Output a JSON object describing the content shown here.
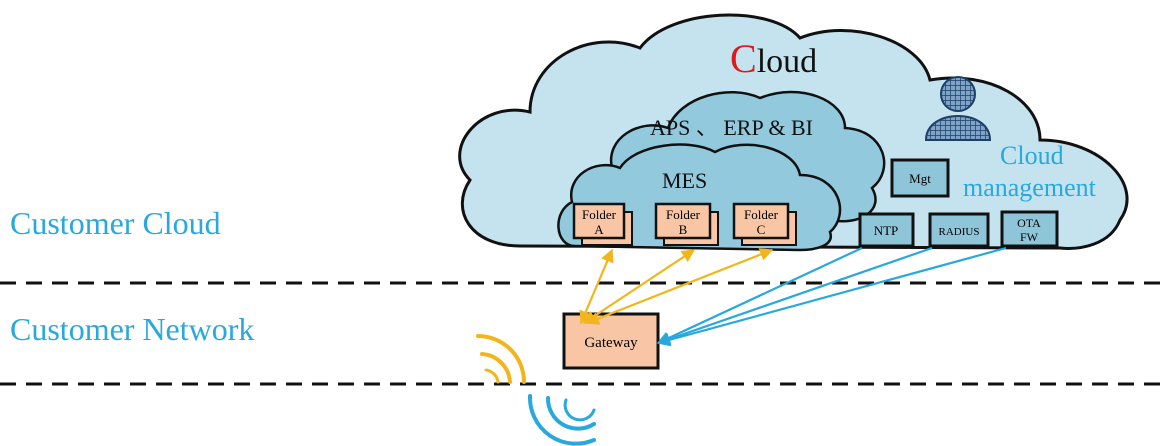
{
  "zones": {
    "customer_cloud": "Customer Cloud",
    "customer_network": "Customer Network"
  },
  "cloud": {
    "title_initial": "C",
    "title_rest": "loud",
    "apps_label": "APS 、 ERP & BI",
    "mes_label": "MES",
    "management_line1": "Cloud",
    "management_line2": "management"
  },
  "folders": [
    {
      "line1": "Folder",
      "line2": "A"
    },
    {
      "line1": "Folder",
      "line2": "B"
    },
    {
      "line1": "Folder",
      "line2": "C"
    }
  ],
  "services": {
    "mgt": "Mgt",
    "ntp": "NTP",
    "radius": "RADIUS",
    "ota_line1": "OTA",
    "ota_line2": "FW"
  },
  "gateway": "Gateway",
  "colors": {
    "zone_text": "#29a8dd",
    "cloud_fill": "#c5e3ef",
    "inner_cloud_fill": "#93c9dc",
    "service_fill": "#8ec5d8",
    "folder_fill": "#f8c6a4",
    "folder_arrows": "#f2b61c",
    "service_arrows": "#29a8dd",
    "title_accent": "#e01818"
  },
  "icons": [
    "user-icon",
    "wifi-signal-icon"
  ]
}
